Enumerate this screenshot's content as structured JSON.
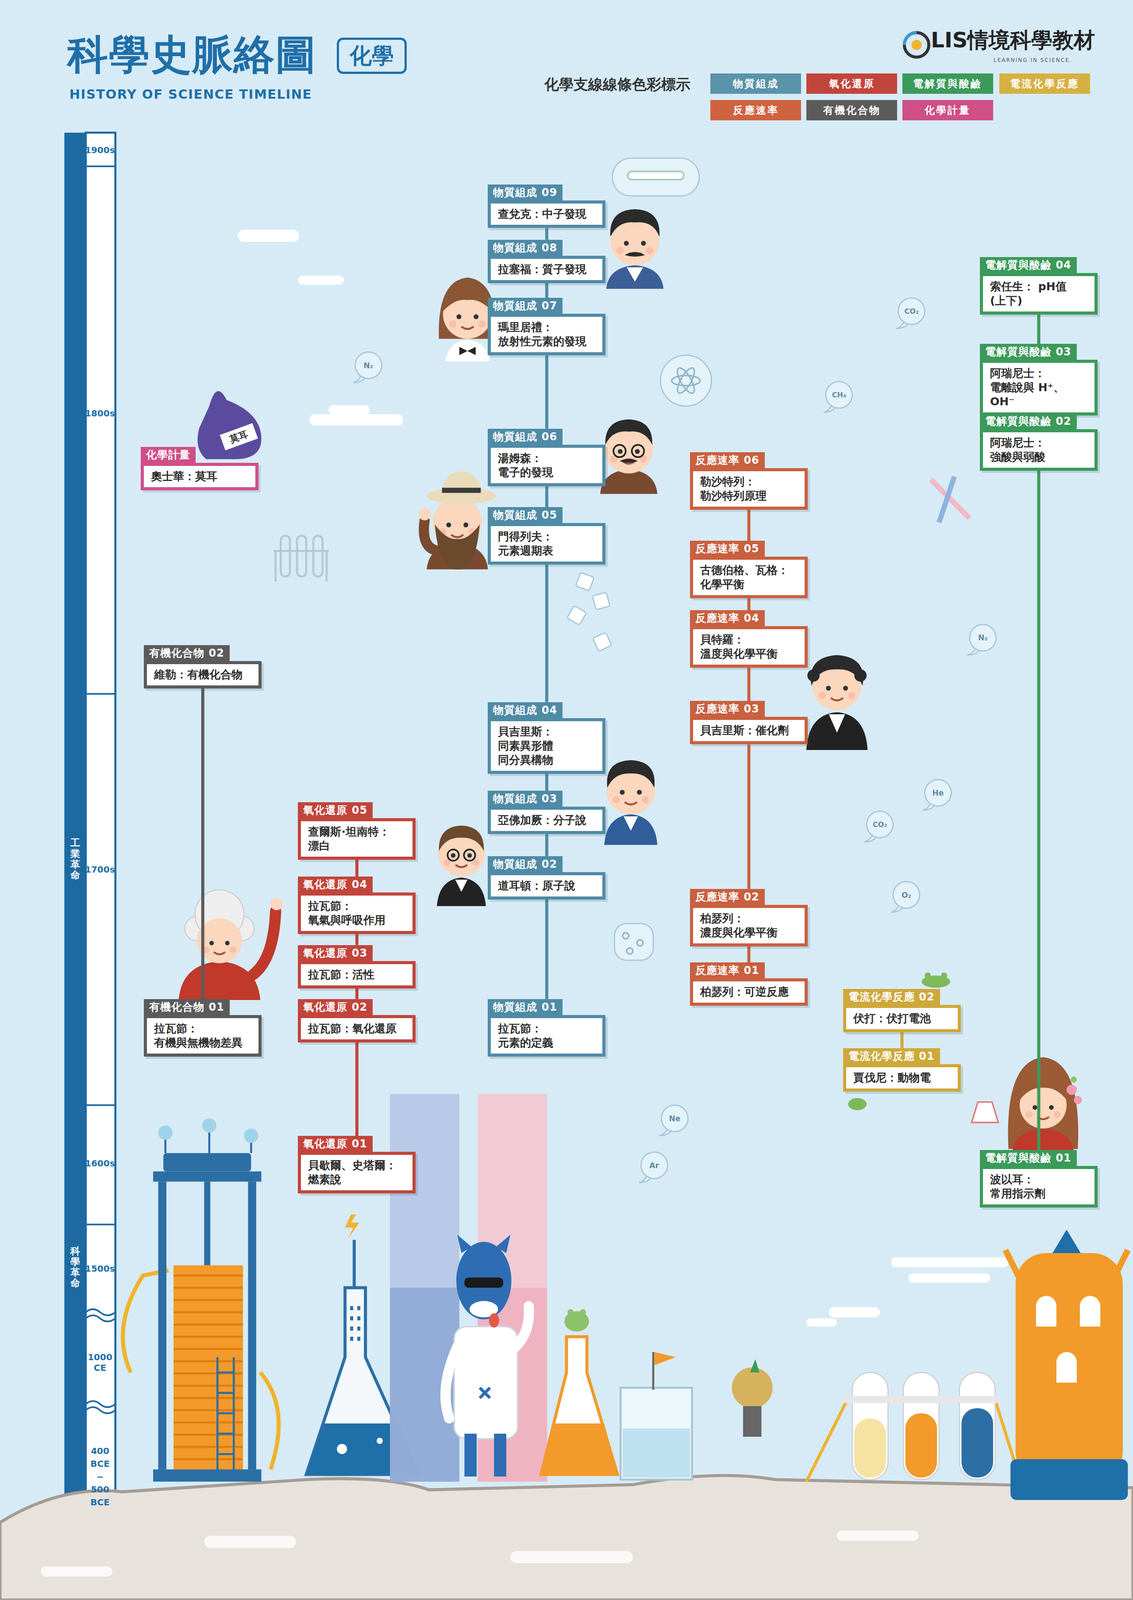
{
  "diagram": {
    "title": "科學史脈絡圖",
    "nodes": [
      {
        "text": [
          "化學"
        ]
      },
      {
        "text": [
          "化學計量",
          "奧士華：莫耳"
        ]
      },
      {
        "text": [
          "有機化合物 02",
          "維勒：有機化合物"
        ]
      },
      {
        "text": [
          "有機化合物 01",
          "拉瓦節： 有機與無機物差異"
        ]
      },
      {
        "text": [
          "氧化還原 05",
          "查爾斯·坦南特： 漂白"
        ]
      },
      {
        "text": [
          "氧化還原 04",
          "拉瓦節： 氧氣與呼吸作用"
        ]
      },
      {
        "text": [
          "氧化還原 03",
          "拉瓦節：活性"
        ]
      },
      {
        "text": [
          "氧化還原 02",
          "拉瓦節：氧化還原"
        ]
      },
      {
        "text": [
          "氧化還原 01",
          "貝歇爾、史塔爾： 燃素說"
        ]
      },
      {
        "text": [
          "物質組成 09",
          "查兌克：中子發現"
        ]
      },
      {
        "text": [
          "物質組成 08",
          "拉塞福：質子發現"
        ]
      },
      {
        "text": [
          "物質組成 07",
          "瑪里居禮： 放射性元素的發現"
        ]
      },
      {
        "text": [
          "物質組成 06",
          "湯姆森： 電子的發現"
        ]
      },
      {
        "text": [
          "物質組成 05",
          "門得列夫： 元素週期表"
        ]
      },
      {
        "text": [
          "物質組成 04",
          "貝吉里斯： 同素異形體 同分異構物"
        ]
      },
      {
        "text": [
          "物質組成 03",
          "亞佛加厥：分子說"
        ]
      },
      {
        "text": [
          "物質組成 02",
          "道耳頓：原子說"
        ]
      },
      {
        "text": [
          "物質組成 01",
          "拉瓦節： 元素的定義"
        ]
      },
      {
        "text": [
          "反應速率 06",
          "勒沙特列： 勒沙特列原理"
        ]
      },
      {
        "text": [
          "反應速率 05",
          "古德伯格、瓦格： 化學平衡"
        ]
      },
      {
        "text": [
          "反應速率 04",
          "貝特羅： 溫度與化學平衡"
        ]
      },
      {
        "text": [
          "反應速率 03",
          "貝吉里斯：催化劑"
        ]
      },
      {
        "text": [
          "反應速率 02",
          "柏瑟列： 濃度與化學平衡"
        ]
      },
      {
        "text": [
          "反應速率 01",
          "柏瑟列：可逆反應"
        ]
      },
      {
        "text": [
          "電流化學反應 02",
          "伏打：伏打電池"
        ]
      },
      {
        "text": [
          "電流化學反應 01",
          "賈伐尼：動物電"
        ]
      },
      {
        "text": [
          "電解質與酸鹼 04",
          "索任生： pH值(上下)"
        ]
      },
      {
        "text": [
          "電解質與酸鹼 03",
          "阿瑞尼士： 電離說與 H⁺、OH⁻"
        ]
      },
      {
        "text": [
          "電解質與酸鹼 02",
          "阿瑞尼士： 強酸與弱酸"
        ]
      },
      {
        "text": [
          "電解質與酸鹼 01",
          "波以耳： 常用指示劑"
        ]
      }
    ],
    "edges": [
      {
        "from": 3,
        "to": 2,
        "arrow": "none"
      },
      {
        "from": 8,
        "to": 7,
        "arrow": "none"
      },
      {
        "from": 7,
        "to": 6,
        "arrow": "none"
      },
      {
        "from": 6,
        "to": 5,
        "arrow": "none"
      },
      {
        "from": 5,
        "to": 4,
        "arrow": "none"
      },
      {
        "from": 17,
        "to": 16,
        "arrow": "none"
      },
      {
        "from": 16,
        "to": 15,
        "arrow": "none"
      },
      {
        "from": 15,
        "to": 14,
        "arrow": "none"
      },
      {
        "from": 14,
        "to": 13,
        "arrow": "none"
      },
      {
        "from": 13,
        "to": 12,
        "arrow": "none"
      },
      {
        "from": 12,
        "to": 11,
        "arrow": "none"
      },
      {
        "from": 11,
        "to": 10,
        "arrow": "none"
      },
      {
        "from": 10,
        "to": 9,
        "arrow": "none"
      },
      {
        "from": 23,
        "to": 22,
        "arrow": "none"
      },
      {
        "from": 22,
        "to": 21,
        "arrow": "none"
      },
      {
        "from": 21,
        "to": 20,
        "arrow": "none"
      },
      {
        "from": 20,
        "to": 19,
        "arrow": "none"
      },
      {
        "from": 19,
        "to": 18,
        "arrow": "none"
      },
      {
        "from": 25,
        "to": 24,
        "arrow": "none"
      },
      {
        "from": 29,
        "to": 28,
        "arrow": "none"
      },
      {
        "from": 28,
        "to": 27,
        "arrow": "none"
      },
      {
        "from": 27,
        "to": 26,
        "arrow": "none"
      }
    ],
    "labels": [
      "HISTORY OF SCIENCE TIMELINE",
      "化學支線線條色彩標示",
      "LIS情境科學教材",
      "LEARNING IN SCIENCE.",
      "1900s",
      "1800s",
      "1700s",
      "1600s",
      "1500s",
      "1000 CE",
      "400 BCE ~ 500 BCE",
      "工業革命",
      "科學革命",
      "莫耳",
      "N₂",
      "CO₂",
      "CH₄",
      "He",
      "CO₂",
      "O₂",
      "N₂",
      "Ne",
      "Ar"
    ],
    "legend": [
      {
        "text": "物質組成",
        "color": "#5b93ab"
      },
      {
        "text": "氧化還原",
        "color": "#c2453c"
      },
      {
        "text": "電解質與酸鹼",
        "color": "#3b9a5a"
      },
      {
        "text": "電流化學反應",
        "color": "#d6b042"
      },
      {
        "text": "反應速率",
        "color": "#d0633f"
      },
      {
        "text": "有機化合物",
        "color": "#5b5b5b"
      },
      {
        "text": "化學計量",
        "color": "#cf4f87"
      }
    ]
  }
}
